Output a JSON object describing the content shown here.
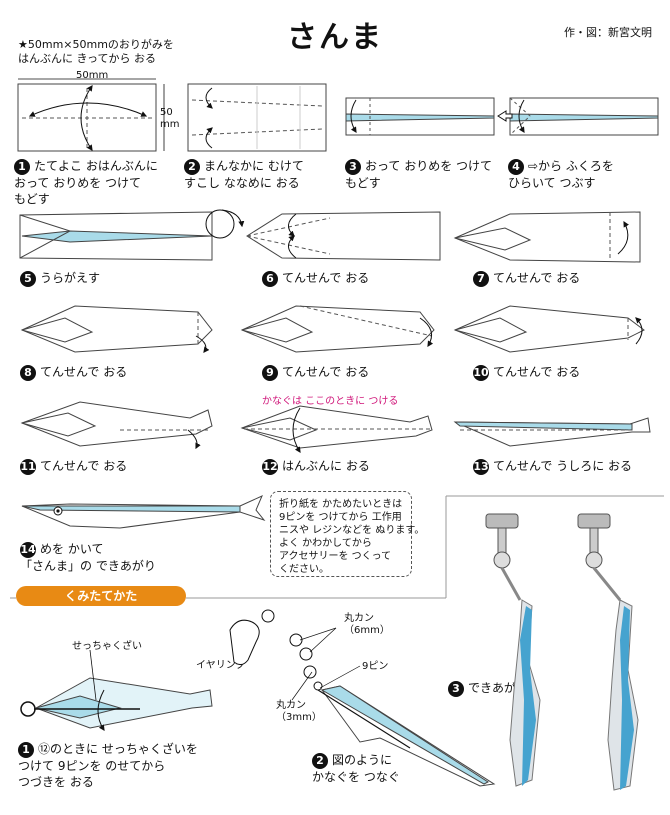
{
  "title": "さんま",
  "credit": "作・図：新宮文明",
  "paper_note": "★50mm×50mmのおりがみを\nはんぶんに きってから おる",
  "dimensions": {
    "width_label": "50mm",
    "height_label": "50\nmm"
  },
  "steps": [
    {
      "num": "1",
      "caption": "たてよこ おはんぶんに\nおって おりめを つけて\nもどす"
    },
    {
      "num": "2",
      "caption": "まんなかに むけて\nすこし ななめに おる"
    },
    {
      "num": "3",
      "caption": "おって おりめを つけて\nもどす"
    },
    {
      "num": "4",
      "caption": "⇨から ふくろを\nひらいて つぶす"
    },
    {
      "num": "5",
      "caption": "うらがえす"
    },
    {
      "num": "6",
      "caption": "てんせんで おる"
    },
    {
      "num": "7",
      "caption": "てんせんで おる"
    },
    {
      "num": "8",
      "caption": "てんせんで おる"
    },
    {
      "num": "9",
      "caption": "てんせんで おる"
    },
    {
      "num": "10",
      "caption": "てんせんで おる"
    },
    {
      "num": "11",
      "caption": "てんせんで おる"
    },
    {
      "num": "12",
      "caption": "はんぶんに おる"
    },
    {
      "num": "13",
      "caption": "てんせんで うしろに おる"
    },
    {
      "num": "14",
      "caption": "めを かいて\n「さんま」の できあがり"
    }
  ],
  "hardware_note": "かなぐは ここのときに つける",
  "tip_box": "折り紙を かためたいときは\n9ピンを つけてから 工作用\nニスや レジンなどを ぬります。\nよく かわかしてから\nアクセサリーを つくって\nください。",
  "assembly": {
    "header": "くみたてかた",
    "steps": [
      {
        "num": "1",
        "caption": "⑫のときに せっちゃくざいを\nつけて 9ピンを のせてから\nつづきを おる"
      },
      {
        "num": "2",
        "caption": "図のように\nかなぐを つなぐ"
      },
      {
        "num": "3",
        "caption": "できあがり"
      }
    ],
    "labels": {
      "adhesive": "せっちゃくざい",
      "earring": "イヤリング",
      "ring_large": "丸カン\n（6mm）",
      "pin": "9ピン",
      "ring_small": "丸カン\n（3mm）"
    }
  },
  "colors": {
    "paper_blue": "#a9dbe9",
    "accent_orange": "#e88a14",
    "pink_text": "#d0167a"
  }
}
